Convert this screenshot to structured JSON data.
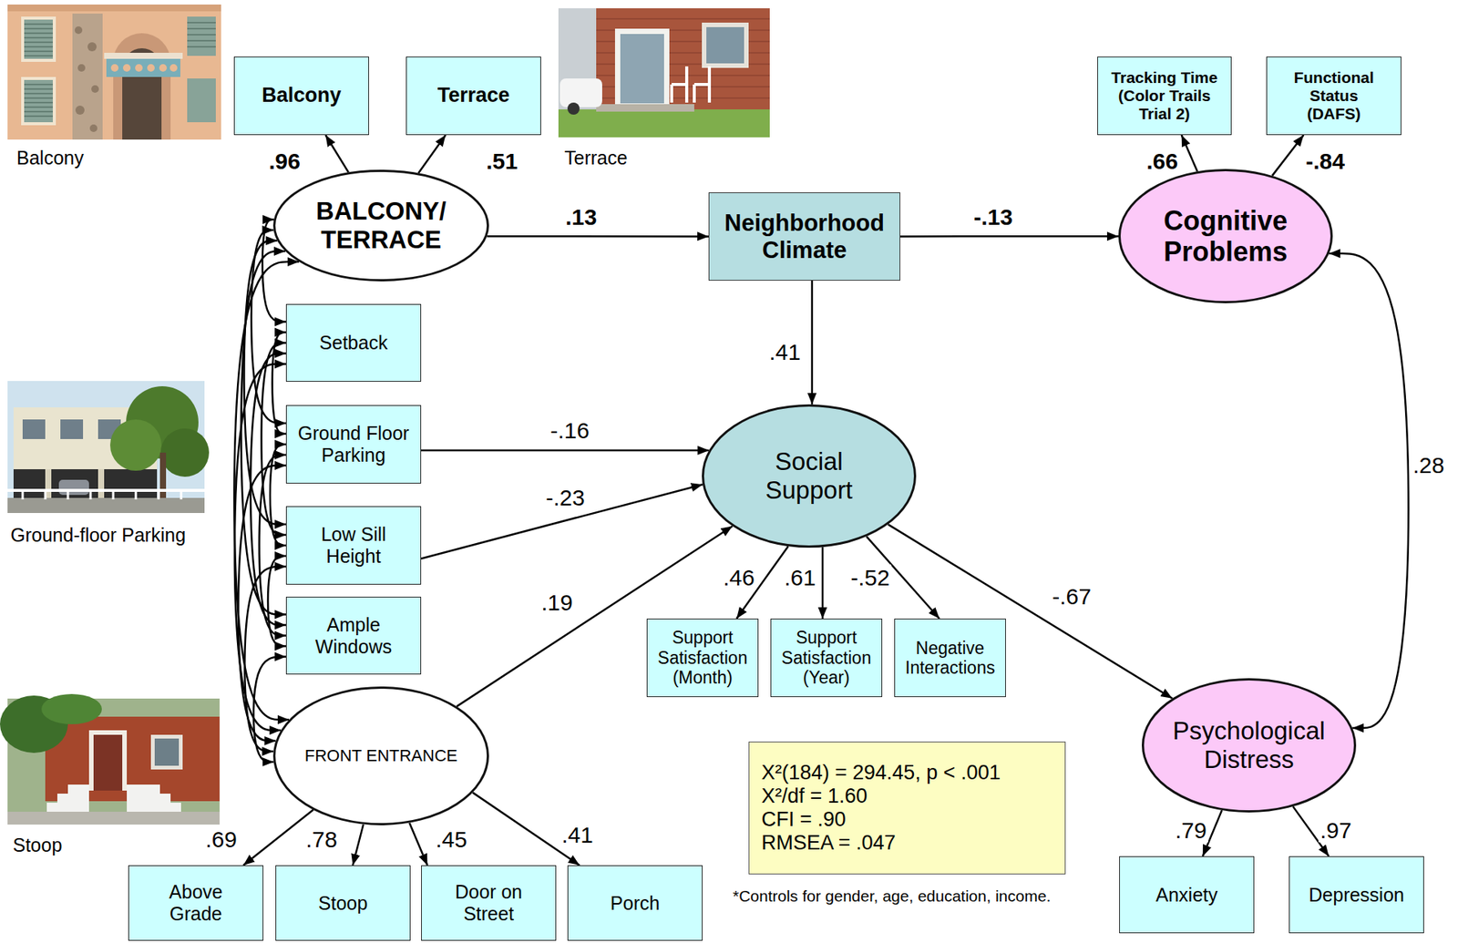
{
  "diagram": {
    "nodes": [
      {
        "text": [
          "Balcony"
        ]
      },
      {
        "text": [
          "Terrace"
        ]
      },
      {
        "text": [
          "Tracking Time (Color Trails Trial 2)"
        ]
      },
      {
        "text": [
          "Functional Status (DAFS)"
        ]
      },
      {
        "text": [
          "BALCONY/ TERRACE"
        ]
      },
      {
        "text": [
          "Neighborhood Climate"
        ]
      },
      {
        "text": [
          "Cognitive Problems"
        ]
      },
      {
        "text": [
          "Setback"
        ]
      },
      {
        "text": [
          "Ground Floor Parking"
        ]
      },
      {
        "text": [
          "Social Support"
        ]
      },
      {
        "text": [
          "Low Sill Height"
        ]
      },
      {
        "text": [
          "Ample Windows"
        ]
      },
      {
        "text": [
          "Support Satisfaction (Month)"
        ]
      },
      {
        "text": [
          "Support Satisfaction (Year)"
        ]
      },
      {
        "text": [
          "Negative Interactions"
        ]
      },
      {
        "text": [
          "Psychological Distress"
        ]
      },
      {
        "text": [
          "FRONT ENTRANCE"
        ]
      },
      {
        "text": [
          "X²(184) = 294.45, p < .001",
          "X²/df = 1.60",
          "CFI = .90",
          "RMSEA = .047"
        ]
      },
      {
        "text": [
          "Above Grade"
        ]
      },
      {
        "text": [
          "Stoop"
        ]
      },
      {
        "text": [
          "Door on Street"
        ]
      },
      {
        "text": [
          "Porch"
        ]
      },
      {
        "text": [
          "Anxiety"
        ]
      },
      {
        "text": [
          "Depression"
        ]
      }
    ],
    "edges": [
      {
        "from": 4,
        "to": 0,
        "label": ".96",
        "arrow": "to"
      },
      {
        "from": 4,
        "to": 1,
        "label": ".51",
        "arrow": "to"
      },
      {
        "from": 6,
        "to": 2,
        "label": ".66",
        "arrow": "to"
      },
      {
        "from": 6,
        "to": 3,
        "label": "-.84",
        "arrow": "to"
      },
      {
        "from": 4,
        "to": 5,
        "label": ".13",
        "arrow": "to"
      },
      {
        "from": 5,
        "to": 6,
        "label": "-.13",
        "arrow": "to"
      },
      {
        "from": 5,
        "to": 9,
        "label": ".41",
        "arrow": "to"
      },
      {
        "from": 8,
        "to": 9,
        "label": "-.16",
        "arrow": "to"
      },
      {
        "from": 10,
        "to": 9,
        "label": "-.23",
        "arrow": "to"
      },
      {
        "from": 16,
        "to": 9,
        "label": ".19",
        "arrow": "to"
      },
      {
        "from": 9,
        "to": 12,
        "label": ".46",
        "arrow": "to"
      },
      {
        "from": 9,
        "to": 13,
        "label": ".61",
        "arrow": "to"
      },
      {
        "from": 9,
        "to": 14,
        "label": "-.52",
        "arrow": "to"
      },
      {
        "from": 9,
        "to": 15,
        "label": "-.67",
        "arrow": "to"
      },
      {
        "from": 6,
        "to": 15,
        "label": ".28",
        "arrow": "both"
      },
      {
        "from": 16,
        "to": 18,
        "label": ".69",
        "arrow": "to"
      },
      {
        "from": 16,
        "to": 19,
        "label": ".78",
        "arrow": "to"
      },
      {
        "from": 16,
        "to": 20,
        "label": ".45",
        "arrow": "to"
      },
      {
        "from": 16,
        "to": 21,
        "label": ".41",
        "arrow": "to"
      },
      {
        "from": 15,
        "to": 22,
        "label": ".79",
        "arrow": "to"
      },
      {
        "from": 15,
        "to": 23,
        "label": ".97",
        "arrow": "to"
      },
      {
        "from": 4,
        "to": 7,
        "arrow": "both"
      },
      {
        "from": 4,
        "to": 8,
        "arrow": "both"
      },
      {
        "from": 4,
        "to": 10,
        "arrow": "both"
      },
      {
        "from": 4,
        "to": 11,
        "arrow": "both"
      },
      {
        "from": 4,
        "to": 16,
        "arrow": "both"
      },
      {
        "from": 7,
        "to": 8,
        "arrow": "both"
      },
      {
        "from": 7,
        "to": 10,
        "arrow": "both"
      },
      {
        "from": 7,
        "to": 11,
        "arrow": "both"
      },
      {
        "from": 7,
        "to": 16,
        "arrow": "both"
      },
      {
        "from": 8,
        "to": 10,
        "arrow": "both"
      },
      {
        "from": 8,
        "to": 11,
        "arrow": "both"
      },
      {
        "from": 8,
        "to": 16,
        "arrow": "both"
      },
      {
        "from": 10,
        "to": 11,
        "arrow": "both"
      },
      {
        "from": 10,
        "to": 16,
        "arrow": "both"
      },
      {
        "from": 11,
        "to": 16,
        "arrow": "both"
      }
    ],
    "labels": [
      "Balcony",
      "Terrace",
      "Ground-floor Parking",
      "Stoop",
      "*Controls for gender, age, education, income."
    ]
  }
}
